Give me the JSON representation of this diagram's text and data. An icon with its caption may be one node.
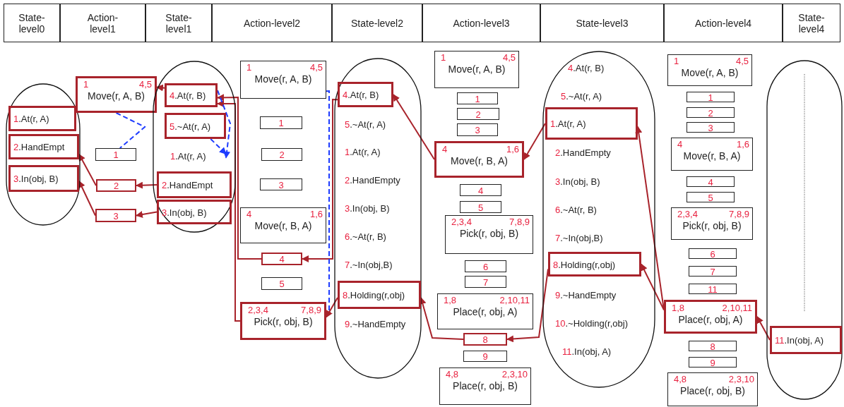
{
  "diagram": {
    "nodes": [
      {
        "text": [
          "State- level0"
        ]
      },
      {
        "text": [
          "Action- level1"
        ]
      },
      {
        "text": [
          "State- level1"
        ]
      },
      {
        "text": [
          "Action-level2"
        ]
      },
      {
        "text": [
          "State-level2"
        ]
      },
      {
        "text": [
          "Action-level3"
        ]
      },
      {
        "text": [
          "State-level3"
        ]
      },
      {
        "text": [
          "Action-level4"
        ]
      },
      {
        "text": [
          "State- level4"
        ]
      },
      {
        "text": [],
        "shape": "oval"
      },
      {
        "text": [
          "1.At(r, A)"
        ],
        "in": 9
      },
      {
        "text": [
          "2.HandEmpt"
        ],
        "in": 9
      },
      {
        "text": [
          "3.In(obj, B)"
        ],
        "in": 9
      },
      {
        "text": [
          "1",
          "4,5",
          "Move(r, A, B)"
        ]
      },
      {
        "text": [
          "1"
        ]
      },
      {
        "text": [
          "2"
        ]
      },
      {
        "text": [
          "3"
        ]
      },
      {
        "text": [],
        "shape": "oval"
      },
      {
        "text": [
          "4.At(r, B)"
        ],
        "in": 17
      },
      {
        "text": [
          "5.~At(r, A)"
        ],
        "in": 17
      },
      {
        "text": [
          "1.At(r, A)"
        ],
        "in": 17
      },
      {
        "text": [
          "2.HandEmpt"
        ],
        "in": 17
      },
      {
        "text": [
          "3.In(obj, B)"
        ],
        "in": 17
      },
      {
        "text": [
          "1",
          "4,5",
          "Move(r, A, B)"
        ]
      },
      {
        "text": [
          "1"
        ]
      },
      {
        "text": [
          "2"
        ]
      },
      {
        "text": [
          "3"
        ]
      },
      {
        "text": [
          "4",
          "1,6",
          "Move(r, B, A)"
        ]
      },
      {
        "text": [
          "4"
        ]
      },
      {
        "text": [
          "5"
        ]
      },
      {
        "text": [
          "2,3,4",
          "7,8,9",
          "Pick(r, obj, B)"
        ]
      },
      {
        "text": [],
        "shape": "oval"
      },
      {
        "text": [
          "4.At(r, B)"
        ],
        "in": 31
      },
      {
        "text": [
          "5.~At(r, A)"
        ],
        "in": 31
      },
      {
        "text": [
          "1.At(r, A)"
        ],
        "in": 31
      },
      {
        "text": [
          "2.HandEmpty"
        ],
        "in": 31
      },
      {
        "text": [
          "3.In(obj, B)"
        ],
        "in": 31
      },
      {
        "text": [
          "6.~At(r, B)"
        ],
        "in": 31
      },
      {
        "text": [
          "7.~In(obj,B)"
        ],
        "in": 31
      },
      {
        "text": [
          "8.Holding(r,obj)"
        ],
        "in": 31
      },
      {
        "text": [
          "9.~HandEmpty"
        ],
        "in": 31
      },
      {
        "text": [
          "1",
          "4,5",
          "Move(r, A, B)"
        ]
      },
      {
        "text": [
          "1"
        ]
      },
      {
        "text": [
          "2"
        ]
      },
      {
        "text": [
          "3"
        ]
      },
      {
        "text": [
          "4",
          "1,6",
          "Move(r, B, A)"
        ]
      },
      {
        "text": [
          "4"
        ]
      },
      {
        "text": [
          "5"
        ]
      },
      {
        "text": [
          "2,3,4",
          "7,8,9",
          "Pick(r, obj, B)"
        ]
      },
      {
        "text": [
          "6"
        ]
      },
      {
        "text": [
          "7"
        ]
      },
      {
        "text": [
          "1,8",
          "2,10,11",
          "Place(r, obj, A)"
        ]
      },
      {
        "text": [
          "8"
        ]
      },
      {
        "text": [
          "9"
        ]
      },
      {
        "text": [
          "4,8",
          "2,3,10",
          "Place(r, obj, B)"
        ]
      },
      {
        "text": [],
        "shape": "oval"
      },
      {
        "text": [
          "4.At(r, B)"
        ],
        "in": 55
      },
      {
        "text": [
          "5.~At(r, A)"
        ],
        "in": 55
      },
      {
        "text": [
          "1.At(r, A)"
        ],
        "in": 55
      },
      {
        "text": [
          "2.HandEmpty"
        ],
        "in": 55
      },
      {
        "text": [
          "3.In(obj, B)"
        ],
        "in": 55
      },
      {
        "text": [
          "6.~At(r, B)"
        ],
        "in": 55
      },
      {
        "text": [
          "7.~In(obj,B)"
        ],
        "in": 55
      },
      {
        "text": [
          "8.Holding(r,obj)"
        ],
        "in": 55
      },
      {
        "text": [
          "9.~HandEmpty"
        ],
        "in": 55
      },
      {
        "text": [
          "10.~Holding(r,obj)"
        ],
        "in": 55
      },
      {
        "text": [
          "11.In(obj, A)"
        ],
        "in": 55
      },
      {
        "text": [
          "1",
          "4,5",
          "Move(r, A, B)"
        ]
      },
      {
        "text": [
          "1"
        ]
      },
      {
        "text": [
          "2"
        ]
      },
      {
        "text": [
          "3"
        ]
      },
      {
        "text": [
          "4",
          "1,6",
          "Move(r, B, A)"
        ]
      },
      {
        "text": [
          "4"
        ]
      },
      {
        "text": [
          "5"
        ]
      },
      {
        "text": [
          "2,3,4",
          "7,8,9",
          "Pick(r, obj, B)"
        ]
      },
      {
        "text": [
          "6"
        ]
      },
      {
        "text": [
          "7"
        ]
      },
      {
        "text": [
          "11"
        ]
      },
      {
        "text": [
          "1,8",
          "2,10,11",
          "Place(r, obj, A)"
        ]
      },
      {
        "text": [
          "8"
        ]
      },
      {
        "text": [
          "9"
        ]
      },
      {
        "text": [
          "4,8",
          "2,3,10",
          "Place(r, obj, B)"
        ]
      },
      {
        "text": [],
        "shape": "oval"
      },
      {
        "text": [
          "11.In(obj, A)"
        ],
        "in": 82
      }
    ],
    "edges": [
      {
        "from": 83,
        "to": 78,
        "arrow": "to"
      },
      {
        "from": 78,
        "to": 58,
        "arrow": "to"
      },
      {
        "from": 78,
        "to": 63,
        "arrow": "to"
      },
      {
        "from": 58,
        "to": 45,
        "arrow": "to"
      },
      {
        "from": 63,
        "to": 52,
        "arrow": "to"
      },
      {
        "from": 45,
        "to": 32,
        "arrow": "to"
      },
      {
        "from": 52,
        "to": 39,
        "arrow": "to"
      },
      {
        "from": 32,
        "to": 28,
        "arrow": "to"
      },
      {
        "from": 39,
        "to": 30,
        "arrow": "to"
      },
      {
        "from": 28,
        "to": 18,
        "arrow": "to"
      },
      {
        "from": 30,
        "to": 18,
        "arrow": "to"
      },
      {
        "from": 18,
        "to": 13,
        "arrow": "to"
      },
      {
        "from": 21,
        "to": 15,
        "arrow": "to"
      },
      {
        "from": 22,
        "to": 16,
        "arrow": "to"
      },
      {
        "from": 15,
        "to": 11,
        "arrow": "to"
      },
      {
        "from": 16,
        "to": 12,
        "arrow": "to"
      },
      {
        "from": 13,
        "to": 14,
        "arrow": "none",
        "style": "dashed",
        "color": "#1e3cff"
      },
      {
        "from": 18,
        "to": 20,
        "arrow": "to",
        "style": "dashed",
        "color": "#1e3cff"
      },
      {
        "from": 19,
        "to": 20,
        "arrow": "to",
        "style": "dashed",
        "color": "#1e3cff"
      },
      {
        "from": 23,
        "to": 30,
        "arrow": "none",
        "style": "dashed",
        "color": "#1e3cff"
      }
    ]
  }
}
